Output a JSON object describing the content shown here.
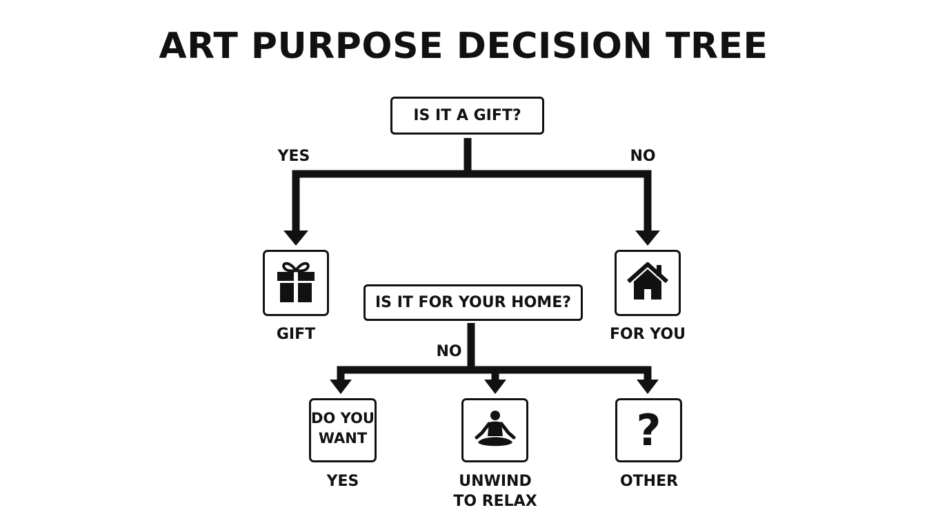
{
  "title": "ART PURPOSE DECISION TREE",
  "nodes": {
    "question_gift": "IS IT A GIFT?",
    "question_home": "IS IT FOR YOUR HOME?",
    "gift_tile": {
      "icon": "gift-icon",
      "label": "GIFT"
    },
    "for_you_tile": {
      "icon": "house-icon",
      "label": "FOR YOU"
    },
    "do_you_want_tile": {
      "text_line1": "DO YOU",
      "text_line2": "WANT",
      "label": "YES"
    },
    "unwind_tile": {
      "icon": "meditation-icon",
      "label_line1": "UNWIND",
      "label_line2": "TO RELAX"
    },
    "other_tile": {
      "icon": "question-mark-icon",
      "symbol": "?",
      "label": "OTHER"
    }
  },
  "branches": {
    "gift_yes": "YES",
    "gift_no": "NO",
    "home_no": "NO"
  },
  "colors": {
    "ink": "#111111",
    "background": "#ffffff"
  }
}
